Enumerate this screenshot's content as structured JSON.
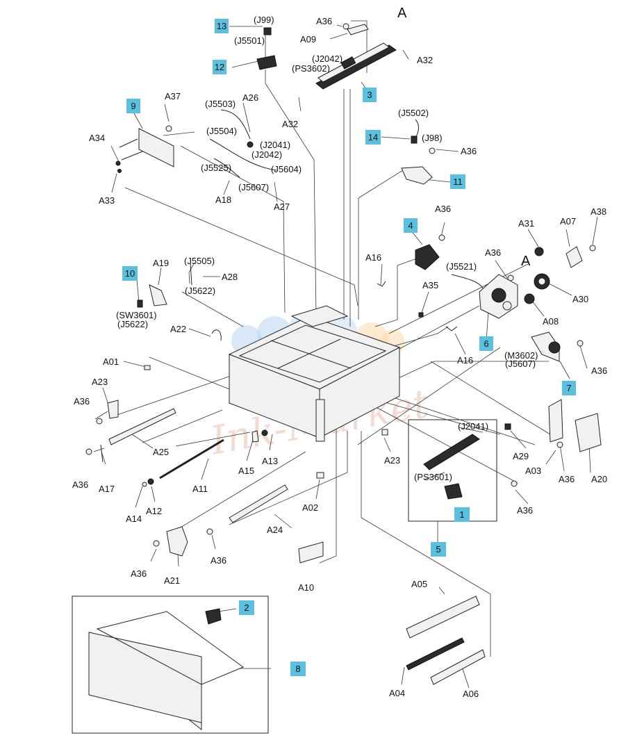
{
  "callouts": [
    {
      "id": "c13",
      "text": "13"
    },
    {
      "id": "c12",
      "text": "12"
    },
    {
      "id": "c3",
      "text": "3"
    },
    {
      "id": "c9",
      "text": "9"
    },
    {
      "id": "c14",
      "text": "14"
    },
    {
      "id": "c11",
      "text": "11"
    },
    {
      "id": "c4",
      "text": "4"
    },
    {
      "id": "c10",
      "text": "10"
    },
    {
      "id": "c6",
      "text": "6"
    },
    {
      "id": "c7",
      "text": "7"
    },
    {
      "id": "c1",
      "text": "1"
    },
    {
      "id": "c5",
      "text": "5"
    },
    {
      "id": "c2",
      "text": "2"
    },
    {
      "id": "c8",
      "text": "8"
    }
  ],
  "labels": {
    "A": "A",
    "j99": "(J99)",
    "j5501": "(J5501)",
    "a36_top": "A36",
    "a09": "A09",
    "a32_top": "A32",
    "j2042_top": "(J2042)",
    "ps3602": "(PS3602)",
    "a32_mid": "A32",
    "a37": "A37",
    "a26": "A26",
    "j5503": "(J5503)",
    "j5504": "(J5504)",
    "j2041_mid": "(J2041)",
    "j2042_mid": "(J2042)",
    "j5525": "(J5525)",
    "j5604": "(J5604)",
    "j5607_mid": "(J5607)",
    "a34": "A34",
    "a33": "A33",
    "a18": "A18",
    "a27": "A27",
    "j5502": "(J5502)",
    "j98": "(J98)",
    "a36_r1": "A36",
    "a36_4": "A36",
    "a31": "A31",
    "a07": "A07",
    "a38": "A38",
    "A2": "A",
    "a16_top": "A16",
    "a36_6": "A36",
    "j5521": "(J5521)",
    "a35": "A35",
    "a30": "A30",
    "a08": "A08",
    "a19": "A19",
    "j5505": "(J5505)",
    "a28": "A28",
    "j5622": "(J5622)",
    "sw3601": "(SW3601)",
    "j5622b": "(J5622)",
    "a22": "A22",
    "a16_mid": "A16",
    "m3602": "(M3602)",
    "j5607": "(J5607)",
    "a36_7": "A36",
    "a01": "A01",
    "a23_l": "A23",
    "a36_l1": "A36",
    "a25": "A25",
    "a36_l2": "A36",
    "a17": "A17",
    "a15": "A15",
    "a13": "A13",
    "a11": "A11",
    "a14": "A14",
    "a12": "A12",
    "a02": "A02",
    "a23_c": "A23",
    "j2041_r": "(J2041)",
    "a29": "A29",
    "ps3601": "(PS3601)",
    "a03": "A03",
    "a36_r2": "A36",
    "a20": "A20",
    "a36_r3": "A36",
    "a24": "A24",
    "a36_b": "A36",
    "a21": "A21",
    "a36_b2": "A36",
    "a10": "A10",
    "a05": "A05",
    "a04": "A04",
    "a06": "A06"
  },
  "watermark": "Ink-Market",
  "colors": {
    "callout_fill": "#5bc0de",
    "line": "#333333",
    "watermark": "#e9b8a6"
  }
}
